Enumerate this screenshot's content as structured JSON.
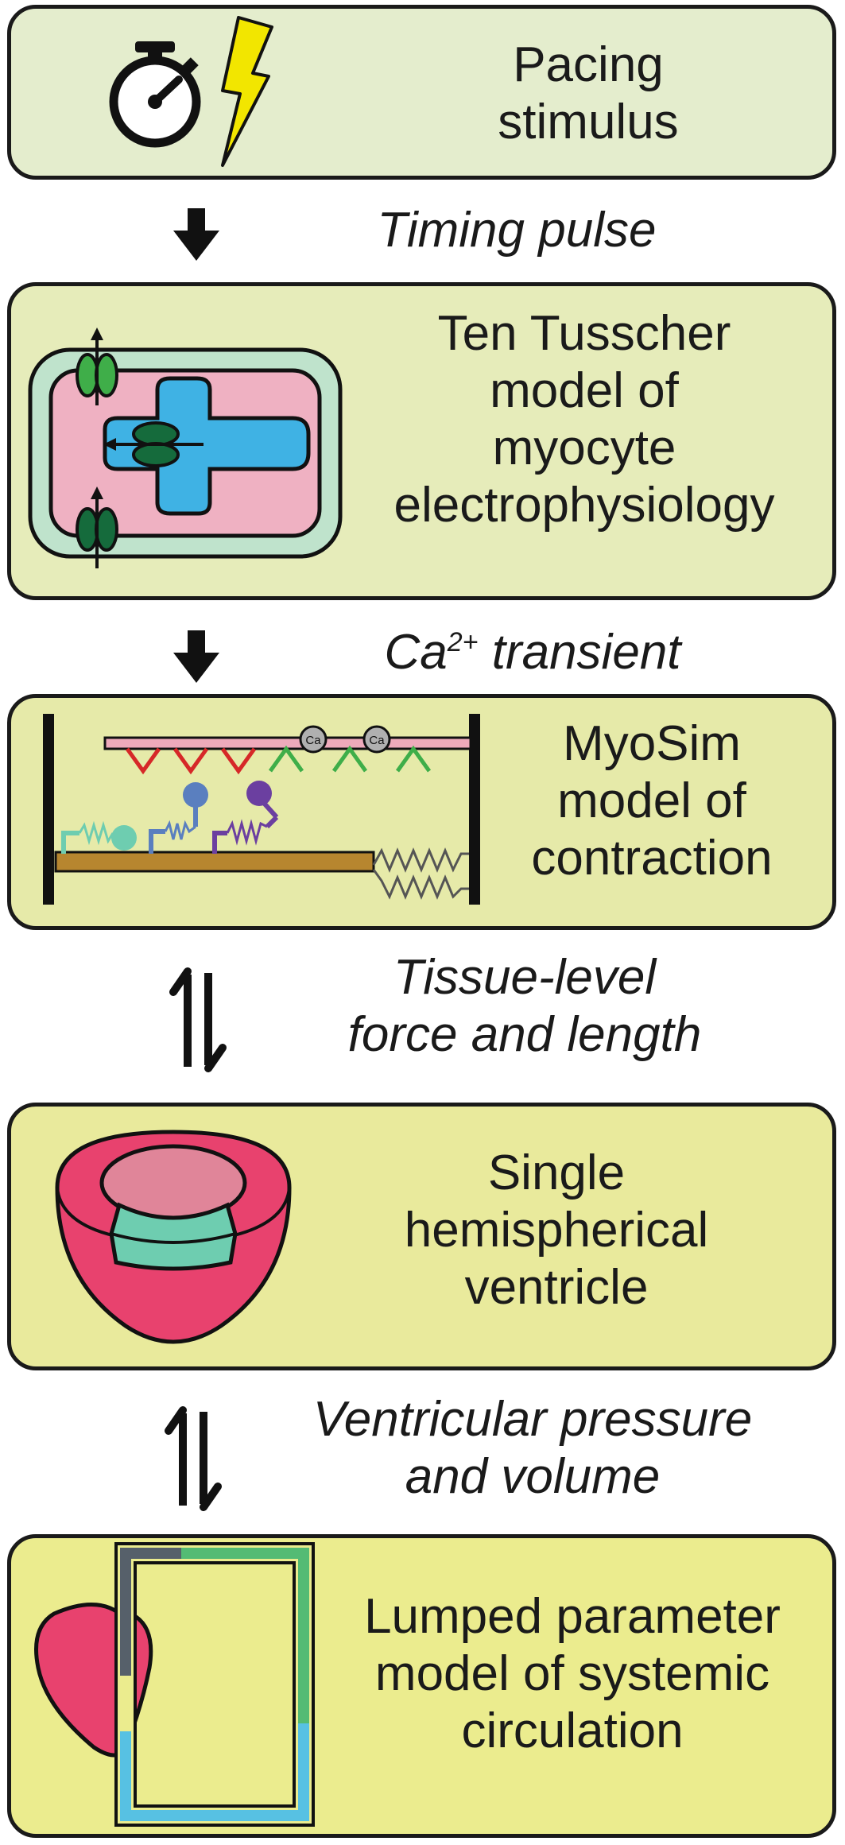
{
  "stages": {
    "pacing": {
      "lines": [
        "Pacing",
        "stimulus"
      ],
      "icons": [
        "stopwatch-icon",
        "lightning-icon"
      ]
    },
    "tentusscher": {
      "lines": [
        "Ten Tusscher",
        "model of",
        "myocyte",
        "electrophysiology"
      ]
    },
    "myosim": {
      "lines": [
        "MyoSim",
        "model of",
        "contraction"
      ],
      "ca_label": "Ca"
    },
    "ventricle": {
      "lines": [
        "Single",
        "hemispherical",
        "ventricle"
      ]
    },
    "circulation": {
      "lines": [
        "Lumped parameter",
        "model of systemic",
        "circulation"
      ]
    }
  },
  "connectors": {
    "timing": {
      "lines": [
        "Timing pulse"
      ],
      "direction": "down"
    },
    "calcium": {
      "base": "Ca",
      "superscript": "2+",
      "rest": " transient",
      "direction": "down"
    },
    "tissue": {
      "lines": [
        "Tissue-level",
        "force and length"
      ],
      "direction": "bidirectional"
    },
    "ventricular": {
      "lines": [
        "Ventricular pressure",
        "and volume"
      ],
      "direction": "bidirectional"
    }
  },
  "colors": {
    "cell": "#efb1c2",
    "membrane": "#bfe3cc",
    "nucleus": "#3fb2e4",
    "channel_light": "#3fae49",
    "channel_dark": "#156b3c",
    "thin_filament": "#eeaabb",
    "actin": "#b7862f",
    "heart": "#e8426e",
    "heart_top": "#e08599",
    "ventricle_band": "#6ecdb0",
    "pipe_gray": "#56606a",
    "pipe_green": "#54bb74",
    "pipe_blue": "#57c1e3"
  }
}
